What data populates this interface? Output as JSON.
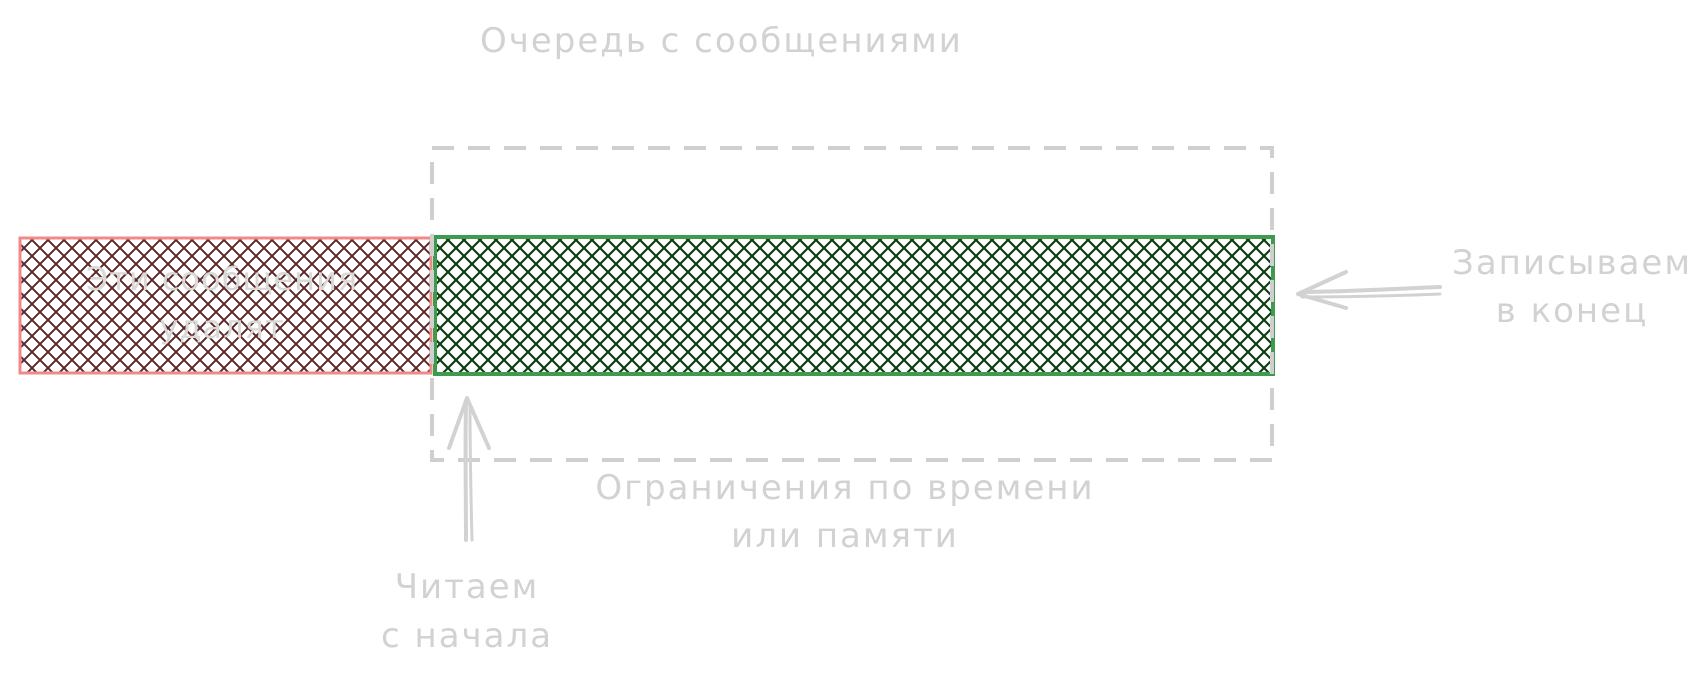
{
  "title": "Очередь с сообщениями",
  "deleted_segment": {
    "line1": "Эти сообщения",
    "line2": "удалят"
  },
  "limit_label": {
    "line1": "Ограничения по времени",
    "line2": "или памяти"
  },
  "write_label": {
    "line1": "Записываем",
    "line2": "в конец"
  },
  "read_label": {
    "line1": "Читаем",
    "line2": "с начала"
  },
  "colors": {
    "deleted_stroke": "#f08a8a",
    "deleted_hatch": "#5a2a2a",
    "kept_stroke": "#3d9a4e",
    "kept_hatch": "#0f3d12",
    "window_dash": "#cfcfcf",
    "annotation": "#d2d2d2"
  },
  "icons": {
    "write_arrow": "arrow-left-icon",
    "read_arrow": "arrow-up-icon"
  }
}
